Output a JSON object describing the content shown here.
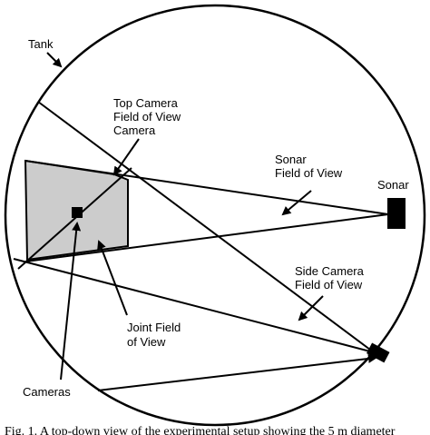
{
  "labels": {
    "tank": "Tank",
    "top_camera_line1": "Top Camera",
    "top_camera_line2": "Field of View",
    "top_camera_line3": "Camera",
    "sonar_fov_line1": "Sonar",
    "sonar_fov_line2": "Field of View",
    "sonar": "Sonar",
    "side_camera_line1": "Side Camera",
    "side_camera_line2": "Field of View",
    "joint_line1": "Joint Field",
    "joint_line2": "of View",
    "cameras": "Cameras"
  },
  "caption": "Fig. 1.  A top-down view of the experimental setup showing the 5 m diameter",
  "colors": {
    "joint_fill": "#cccccc",
    "stroke": "#000000",
    "background": "#ffffff"
  }
}
